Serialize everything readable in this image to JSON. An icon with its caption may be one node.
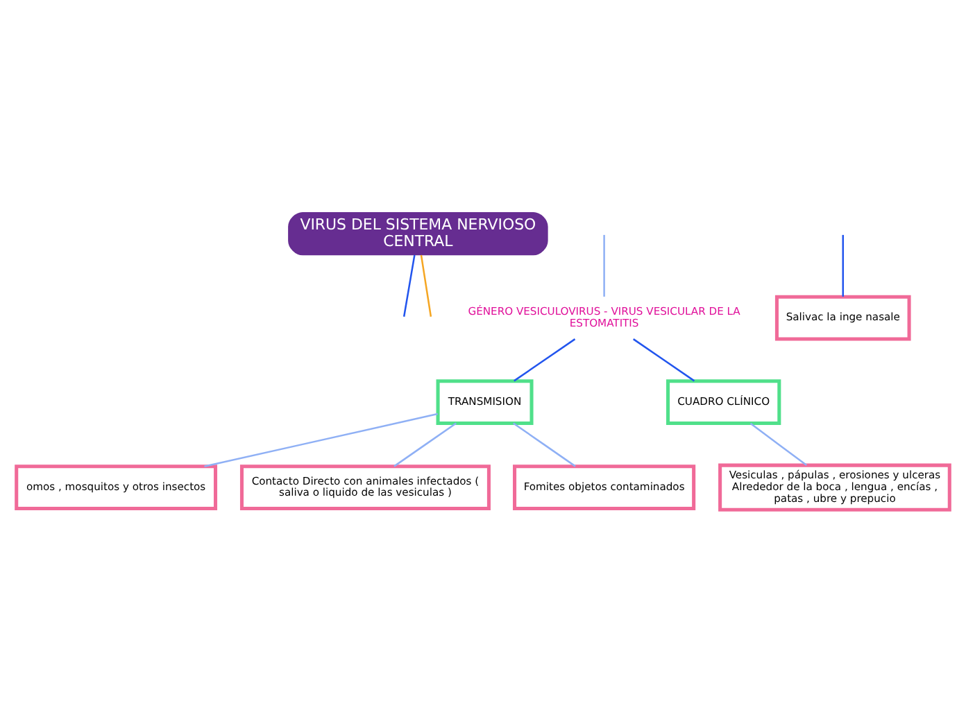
{
  "diagram": {
    "nodes": [
      {
        "text": [
          "VIRUS DEL SISTEMA NERVIOSO CENTRAL"
        ]
      },
      {
        "text": [
          "GÉNERO VESICULOVIRUS - VIRUS VESICULAR DE LA ESTOMATITIS"
        ]
      },
      {
        "text": [
          "TRANSMISION"
        ]
      },
      {
        "text": [
          "CUADRO CLÍNICO"
        ]
      },
      {
        "text": [
          "omos , mosquitos y otros insectos"
        ]
      },
      {
        "text": [
          "Contacto Directo con animales infectados ( saliva o liquido de las vesiculas )"
        ]
      },
      {
        "text": [
          "Fomites objetos contaminados"
        ]
      },
      {
        "text": [
          "Vesiculas , pápulas , erosiones y ulceras Alrededor de la boca , lengua , encías , patas , ubre y prepucio"
        ]
      },
      {
        "text": [
          "Salivac la inge nasale"
        ]
      }
    ],
    "edges": [
      {
        "from": 0,
        "to": null,
        "arrow": "none",
        "color": "#2255ee"
      },
      {
        "from": 0,
        "to": null,
        "arrow": "none",
        "color": "#f5a623"
      },
      {
        "from": null,
        "to": 1,
        "arrow": "none"
      },
      {
        "from": 1,
        "to": 2,
        "arrow": "none",
        "color": "#2255ee"
      },
      {
        "from": 1,
        "to": 3,
        "arrow": "none",
        "color": "#2255ee"
      },
      {
        "from": 2,
        "to": 4,
        "arrow": "none"
      },
      {
        "from": 2,
        "to": 5,
        "arrow": "none"
      },
      {
        "from": 2,
        "to": 6,
        "arrow": "none"
      },
      {
        "from": 3,
        "to": 7,
        "arrow": "none"
      },
      {
        "from": null,
        "to": 8,
        "arrow": "none",
        "color": "#2255ee"
      }
    ]
  }
}
